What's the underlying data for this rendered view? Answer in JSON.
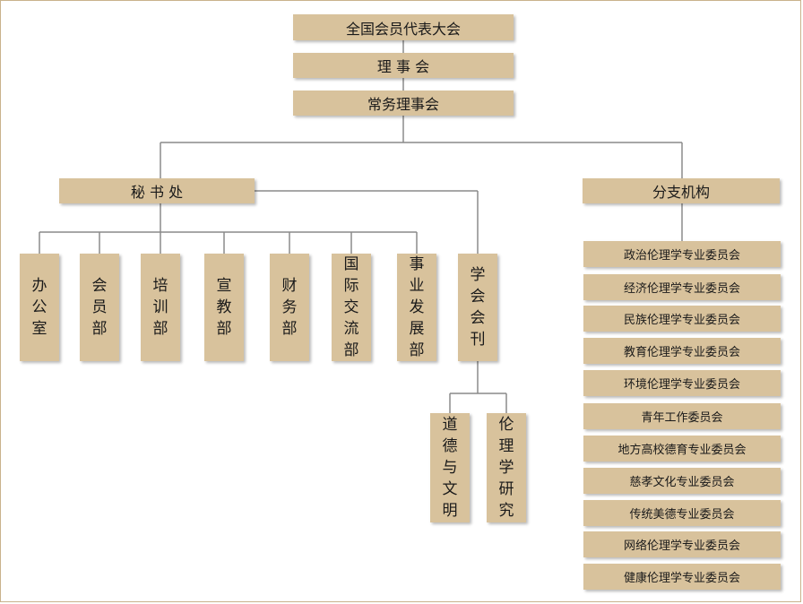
{
  "top": {
    "congress": "全国会员代表大会",
    "council": "理 事 会",
    "standing_council": "常务理事会"
  },
  "secretariat": {
    "label": "秘 书 处",
    "departments": [
      "办公室",
      "会员部",
      "培训部",
      "宣教部",
      "财务部",
      "国际交流部",
      "事业发展部",
      "学会会刊"
    ],
    "journals": [
      "道德与文明",
      "伦理学研究"
    ]
  },
  "branches": {
    "label": "分支机构",
    "committees": [
      "政治伦理学专业委员会",
      "经济伦理学专业委员会",
      "民族伦理学专业委员会",
      "教育伦理学专业委员会",
      "环境伦理学专业委员会",
      "青年工作委员会",
      "地方高校德育专业委员会",
      "慈孝文化专业委员会",
      "传统美德专业委员会",
      "网络伦理学专业委员会",
      "健康伦理学专业委员会"
    ]
  }
}
